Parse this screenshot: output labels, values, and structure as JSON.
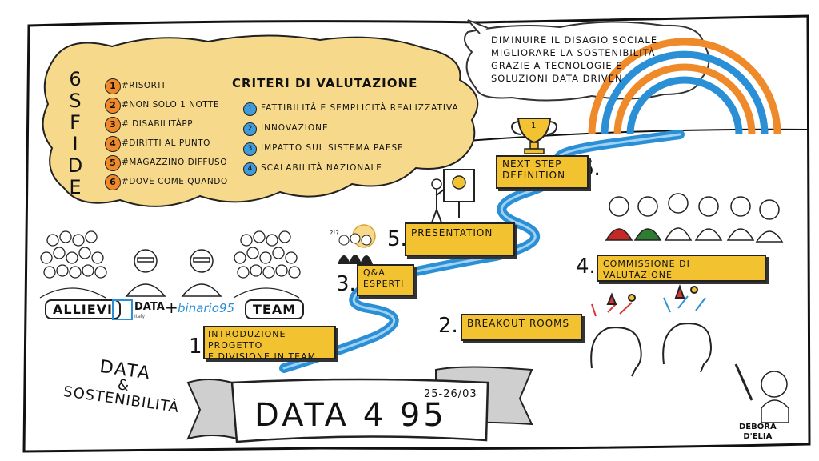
{
  "sfide": {
    "title_letters": [
      "6",
      "S",
      "F",
      "I",
      "D",
      "E"
    ],
    "items": [
      {
        "num": "1",
        "label": "#RISORTI"
      },
      {
        "num": "2",
        "label": "#NON SOLO 1 NOTTE"
      },
      {
        "num": "3",
        "label": "# DISABILITÀPP"
      },
      {
        "num": "4",
        "label": "#DIRITTI AL PUNTO"
      },
      {
        "num": "5",
        "label": "#MAGAZZINO DIFFUSO"
      },
      {
        "num": "6",
        "label": "#DOVE COME QUANDO"
      }
    ]
  },
  "criteri": {
    "title": "CRITERI DI VALUTAZIONE",
    "items": [
      {
        "num": "1",
        "label": "FATTIBILITÀ E SEMPLICITÀ REALIZZATIVA"
      },
      {
        "num": "2",
        "label": "INNOVAZIONE"
      },
      {
        "num": "3",
        "label": "IMPATTO SUL SISTEMA PAESE"
      },
      {
        "num": "4",
        "label": "SCALABILITÀ NAZIONALE"
      }
    ]
  },
  "goal": {
    "lines": [
      "DIMINUIRE IL DISAGIO SOCIALE",
      "MIGLIORARE LA SOSTENIBILITÀ",
      "GRAZIE A TECNOLOGIE E",
      "SOLUZIONI DATA DRIVEN"
    ]
  },
  "trophy_num": "1",
  "steps": [
    {
      "num": "1.",
      "lines": [
        "INTRODUZIONE PROGETTO",
        "E DIVISIONE IN TEAM"
      ]
    },
    {
      "num": "2.",
      "lines": [
        "BREAKOUT ROOMS"
      ]
    },
    {
      "num": "3.",
      "lines": [
        "Q&A",
        "ESPERTI"
      ]
    },
    {
      "num": "4.",
      "lines": [
        "COMMISSIONE DI VALUTAZIONE"
      ]
    },
    {
      "num": "5.",
      "lines": [
        "PRESENTATION"
      ]
    },
    {
      "num": "6.",
      "lines": [
        "NEXT STEP",
        "DEFINITION"
      ]
    }
  ],
  "participants": {
    "allievi": "ALLIEVI",
    "team": "TEAM",
    "logo_data": "DATA",
    "logo_data_sub": "Italy",
    "plus": "+",
    "logo_binario": "binario95"
  },
  "tagline": {
    "line1": "DATA",
    "amp": "&",
    "line2": "SOSTENIBILITÀ"
  },
  "banner": {
    "title": "DATA 4 95",
    "date": "25-26/03"
  },
  "signature": [
    "DEBORA",
    "D'ELIA"
  ],
  "colors": {
    "yellow": "#f2c230",
    "orange": "#ef8a2a",
    "blue": "#3f9bd9",
    "cloud": "#f6d98a",
    "river": "#2b8fd6"
  }
}
